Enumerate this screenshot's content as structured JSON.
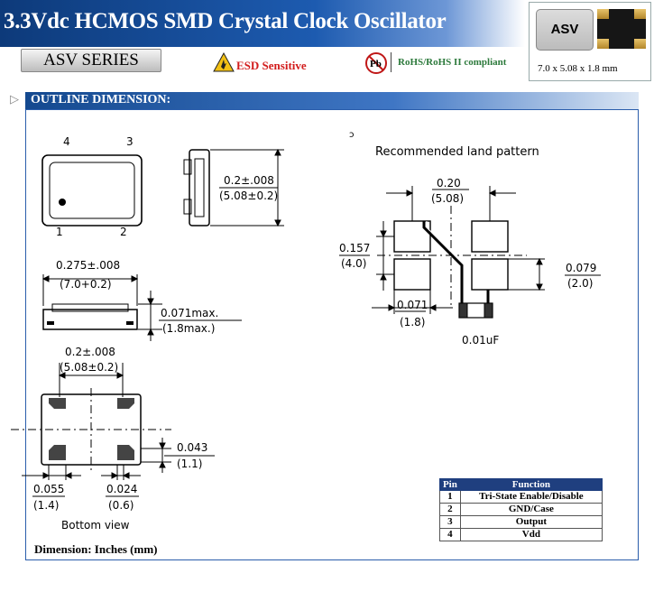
{
  "header": {
    "title": "3.3Vdc HCMOS SMD Crystal Clock Oscillator",
    "series_label": "ASV SERIES",
    "esd_label": "ESD Sensitive",
    "pb_symbol": "Pb",
    "rohs_label": "RoHS/RoHS II compliant",
    "chip_marking": "ASV",
    "photo_caption": "7.0 x 5.08 x 1.8 mm"
  },
  "section": {
    "arrow": "▷",
    "title": "OUTLINE DIMENSION:"
  },
  "drawing": {
    "top_view": {
      "pin4": "4",
      "pin3": "3",
      "pin1": "1",
      "pin2": "2"
    },
    "side_view": {
      "dim_in": "0.2±.008",
      "dim_mm": "(5.08±0.2)"
    },
    "front_view": {
      "width_in": "0.275±.008",
      "width_mm": "(7.0+0.2)",
      "height_in": "0.071max.",
      "height_mm": "(1.8max.)"
    },
    "bottom_view": {
      "width_in": "0.2±.008",
      "width_mm": "(5.08±0.2)",
      "pad_h_in": "0.043",
      "pad_h_mm": "(1.1)",
      "pad_w_in": "0.055",
      "pad_w_mm": "(1.4)",
      "gap_in": "0.024",
      "gap_mm": "(0.6)",
      "caption": "Bottom view"
    },
    "land_pattern": {
      "marker": "ͻ",
      "title": "Recommended land pattern",
      "span_in": "0.20",
      "span_mm": "(5.08)",
      "pitch_in": "0.157",
      "pitch_mm": "(4.0)",
      "pad_h_in": "0.079",
      "pad_h_mm": "(2.0)",
      "pad_w_in": "0.071",
      "pad_w_mm": "(1.8)",
      "cap_label": "0.01uF"
    }
  },
  "pin_table": {
    "headers": [
      "Pin",
      "Function"
    ],
    "rows": [
      {
        "pin": "1",
        "function": "Tri-State Enable/Disable"
      },
      {
        "pin": "2",
        "function": "GND/Case"
      },
      {
        "pin": "3",
        "function": "Output"
      },
      {
        "pin": "4",
        "function": "Vdd"
      }
    ]
  },
  "footer": {
    "dimension_note": "Dimension: Inches (mm)"
  },
  "colors": {
    "banner": "#1d5bb0",
    "esd_red": "#d21c1c",
    "rohs_green": "#2d7a3c",
    "frame_blue": "#2a5dab"
  }
}
